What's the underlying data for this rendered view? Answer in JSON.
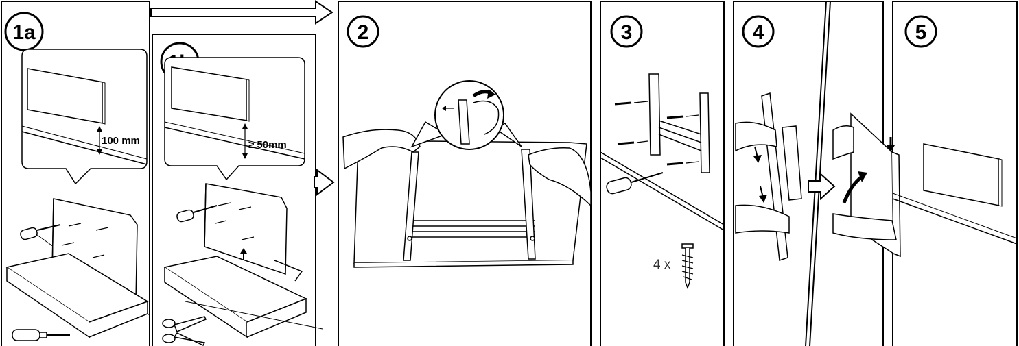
{
  "steps": {
    "s1a": "1a",
    "s1b": "1b",
    "s2": "2",
    "s3": "3",
    "s4": "4",
    "s5": "5"
  },
  "measurements": {
    "height_1a": "100 mm",
    "height_1b": "≥ 50mm"
  },
  "quantity": {
    "screws": "4 x"
  },
  "colors": {
    "line": "#000000",
    "panel_fill": "#ffffff",
    "wall_fill": "#ffffff"
  }
}
